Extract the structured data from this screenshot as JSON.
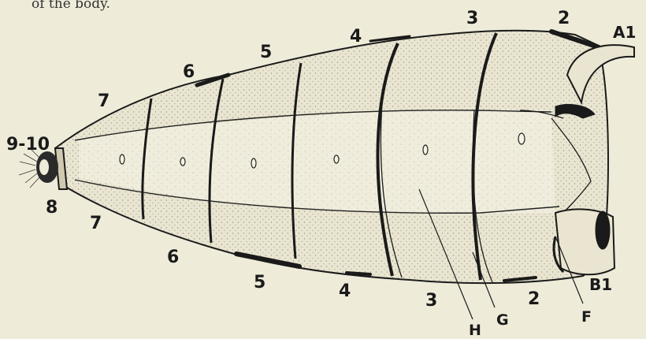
{
  "caption": "of the body.",
  "upper_segment_labels": [
    "9-10",
    "7",
    "6",
    "5",
    "4",
    "3",
    "2",
    "A1"
  ],
  "lower_segment_labels": [
    "8",
    "7",
    "6",
    "5",
    "4",
    "3",
    "2",
    "B1"
  ],
  "part_labels": [
    "H",
    "G",
    "F"
  ],
  "colors": {
    "paper": "#eeebd9",
    "ink": "#1a1a1a",
    "shade": "#d8d3bd"
  }
}
